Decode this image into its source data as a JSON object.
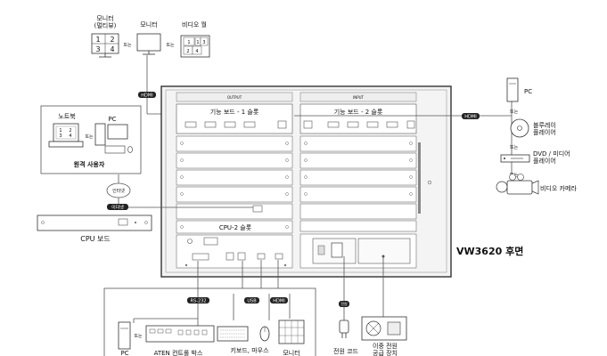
{
  "diagram": {
    "top_devices": {
      "monitor_multiview": "모니터\n(멀티뷰)",
      "monitor_multiview_grid": [
        "1",
        "2",
        "3",
        "4"
      ],
      "or1": "또는",
      "monitor": "모니터",
      "or2": "또는",
      "video_wall": "비디오 월",
      "video_wall_cells": [
        "1",
        "1",
        "3",
        "2",
        "4"
      ]
    },
    "cables": {
      "hdmi_top": "HDMI",
      "hdmi_right": "HDMI",
      "ethernet": "이더넷",
      "internet": "인터넷",
      "rs232": "RS-232",
      "usb": "USB",
      "hdmi_bottom": "HDMI",
      "power_label": "전원"
    },
    "chassis": {
      "output_small": "OUTPUT",
      "input_small": "INPUT",
      "slot1": "기능 보드 - 1 슬롯",
      "slot2": "기능 보드 - 2 슬롯",
      "cpu_slot": "CPU-2 슬롯",
      "model_label": "VW3620 후면"
    },
    "remote": {
      "laptop": "노트북",
      "pc": "PC",
      "or": "또는",
      "caption": "원격 사용자",
      "grid": [
        "1",
        "2",
        "3",
        "4"
      ]
    },
    "cpu_board": {
      "label": "CPU 보드"
    },
    "right_sources": {
      "pc": "PC",
      "or1": "또는",
      "bluray": "블루레이\n플레이어",
      "or2": "또는",
      "dvd": "DVD / 미디어\n플레이어",
      "or3": "또는",
      "camera": "비디오 카메라"
    },
    "bottom": {
      "pc": "PC",
      "or": "또는",
      "aten_box": "ATEN 컨트롤 박스",
      "kbm": "키보드, 마우스",
      "monitor": "모니터",
      "power_cord": "전원 코드",
      "redundant_power": "이중 전원\n공급 장치"
    }
  }
}
